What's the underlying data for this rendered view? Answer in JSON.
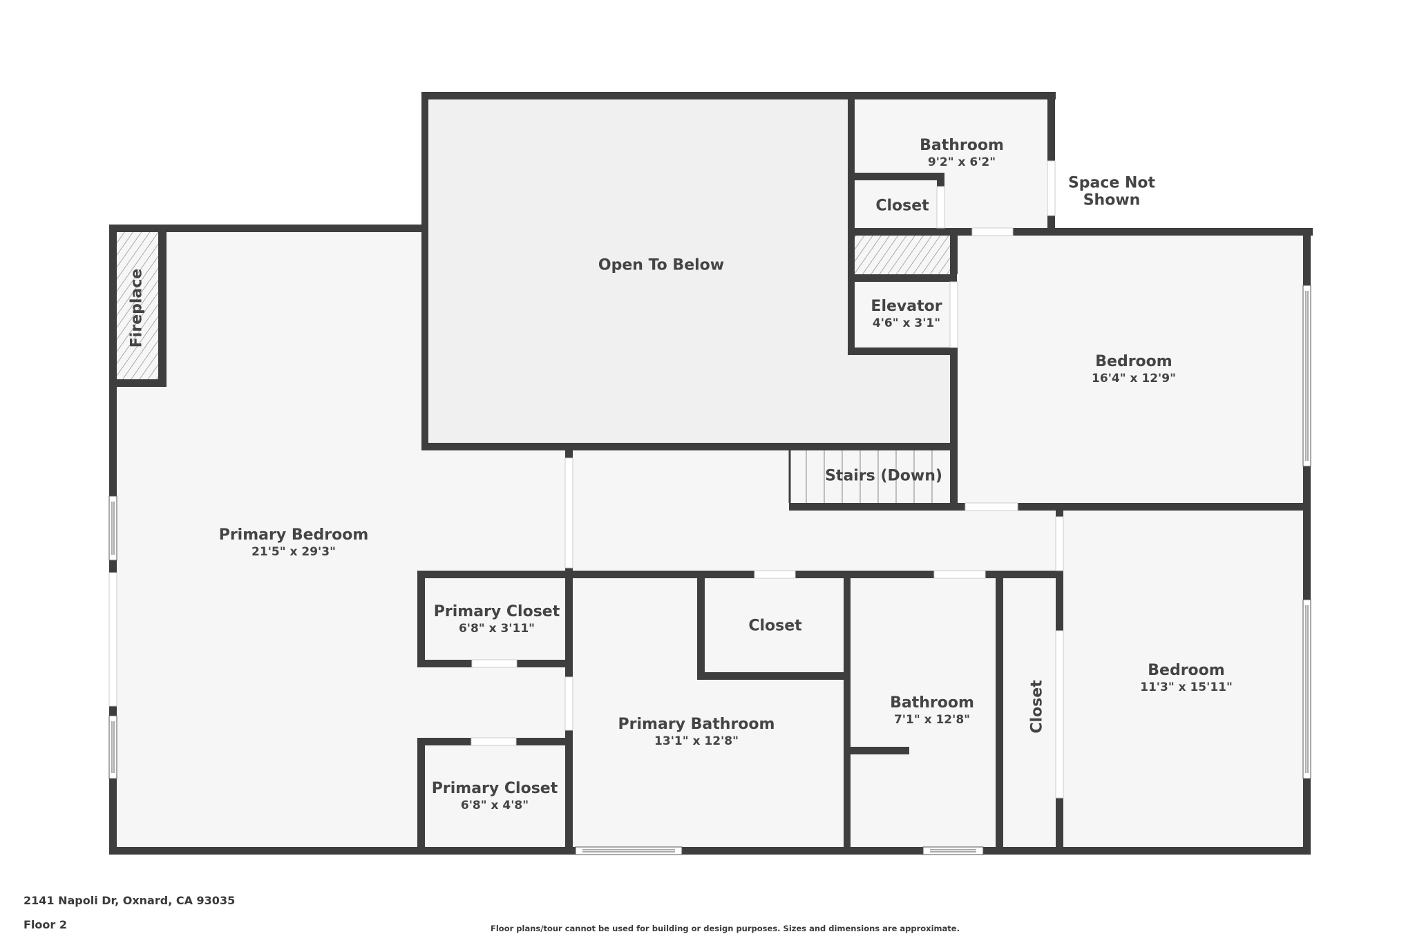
{
  "plan": {
    "colors": {
      "wall": "#3e3e3e",
      "room_fill": "#f6f6f6",
      "open_fill": "#f0f0f0",
      "text": "#444444",
      "opening": "#ffffff",
      "hatch": "#777777"
    }
  },
  "rooms": [
    {
      "id": "open-to-below",
      "title": "Open To Below",
      "dims": ""
    },
    {
      "id": "bathroom-upper",
      "title": "Bathroom",
      "dims": "9'2\" x 6'2\""
    },
    {
      "id": "closet-upper",
      "title": "Closet",
      "dims": ""
    },
    {
      "id": "space-not-shown",
      "title": "Space Not Shown",
      "title_line1": "Space Not",
      "title_line2": "Shown",
      "dims": ""
    },
    {
      "id": "elevator",
      "title": "Elevator",
      "dims": "4'6\" x 3'1\""
    },
    {
      "id": "fireplace",
      "title": "Fireplace",
      "dims": ""
    },
    {
      "id": "bedroom-upper-right",
      "title": "Bedroom",
      "dims": "16'4\" x 12'9\""
    },
    {
      "id": "stairs",
      "title": "Stairs (Down)",
      "dims": ""
    },
    {
      "id": "primary-bedroom",
      "title": "Primary Bedroom",
      "dims": "21'5\" x 29'3\""
    },
    {
      "id": "primary-closet-1",
      "title": "Primary Closet",
      "dims": "6'8\" x 3'11\""
    },
    {
      "id": "primary-closet-2",
      "title": "Primary Closet",
      "dims": "6'8\" x 4'8\""
    },
    {
      "id": "primary-bathroom",
      "title": "Primary Bathroom",
      "dims": "13'1\" x 12'8\""
    },
    {
      "id": "closet-mid",
      "title": "Closet",
      "dims": ""
    },
    {
      "id": "bathroom-lower",
      "title": "Bathroom",
      "dims": "7'1\" x 12'8\""
    },
    {
      "id": "closet-vertical",
      "title": "Closet",
      "dims": ""
    },
    {
      "id": "bedroom-lower-right",
      "title": "Bedroom",
      "dims": "11'3\" x 15'11\""
    }
  ],
  "footer": {
    "address": "2141 Napoli Dr, Oxnard, CA 93035",
    "floor": "Floor 2",
    "disclaimer": "Floor plans/tour cannot be used for building or design purposes. Sizes and dimensions are approximate."
  }
}
